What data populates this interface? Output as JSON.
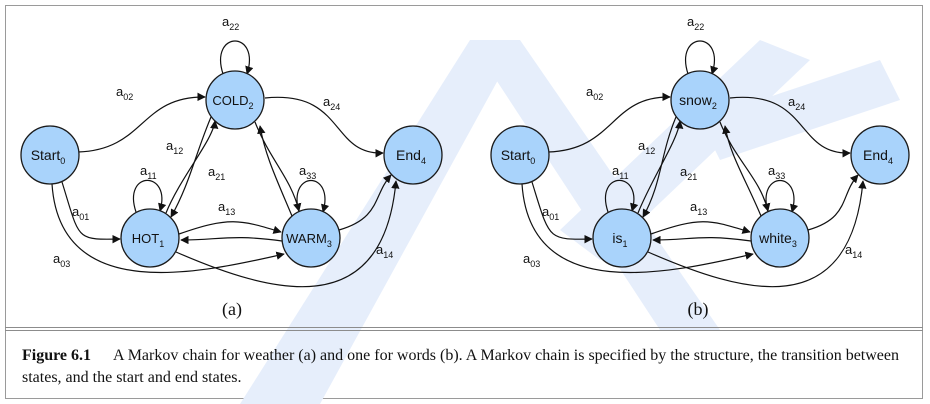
{
  "panels": [
    {
      "label": "(a)",
      "states": [
        {
          "id": "start",
          "name": "Start",
          "sub": "0"
        },
        {
          "id": "cold",
          "name": "COLD",
          "sub": "2"
        },
        {
          "id": "hot",
          "name": "HOT",
          "sub": "1"
        },
        {
          "id": "warm",
          "name": "WARM",
          "sub": "3"
        },
        {
          "id": "end",
          "name": "End",
          "sub": "4"
        }
      ],
      "transitions": [
        {
          "name": "a",
          "sub": "22"
        },
        {
          "name": "a",
          "sub": "02"
        },
        {
          "name": "a",
          "sub": "24"
        },
        {
          "name": "a",
          "sub": "12"
        },
        {
          "name": "a",
          "sub": "11"
        },
        {
          "name": "a",
          "sub": "21"
        },
        {
          "name": "a",
          "sub": "33"
        },
        {
          "name": "a",
          "sub": "13"
        },
        {
          "name": "a",
          "sub": "01"
        },
        {
          "name": "a",
          "sub": "03"
        },
        {
          "name": "a",
          "sub": "14"
        }
      ]
    },
    {
      "label": "(b)",
      "states": [
        {
          "id": "start",
          "name": "Start",
          "sub": "0"
        },
        {
          "id": "snow",
          "name": "snow",
          "sub": "2"
        },
        {
          "id": "is",
          "name": "is",
          "sub": "1"
        },
        {
          "id": "white",
          "name": "white",
          "sub": "3"
        },
        {
          "id": "end",
          "name": "End",
          "sub": "4"
        }
      ],
      "transitions": [
        {
          "name": "a",
          "sub": "22"
        },
        {
          "name": "a",
          "sub": "02"
        },
        {
          "name": "a",
          "sub": "24"
        },
        {
          "name": "a",
          "sub": "12"
        },
        {
          "name": "a",
          "sub": "11"
        },
        {
          "name": "a",
          "sub": "21"
        },
        {
          "name": "a",
          "sub": "33"
        },
        {
          "name": "a",
          "sub": "13"
        },
        {
          "name": "a",
          "sub": "01"
        },
        {
          "name": "a",
          "sub": "03"
        },
        {
          "name": "a",
          "sub": "14"
        }
      ]
    }
  ],
  "caption": {
    "label": "Figure 6.1",
    "text": "A Markov chain for weather (a) and one for words (b). A Markov chain is specified by the structure, the transition between states, and the start and end states."
  },
  "colors": {
    "node_fill": "#a9d3fb",
    "node_stroke": "#1a1a1a",
    "edge": "#111111",
    "watermark": "#e4eefb"
  }
}
